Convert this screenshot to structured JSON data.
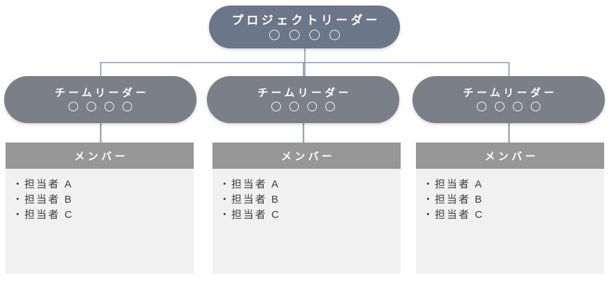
{
  "diagram": {
    "type": "organization-chart",
    "colors": {
      "project_leader_bg": "#6b7689",
      "team_leader_bg": "#7a7f88",
      "member_header_bg": "#979797",
      "member_body_bg": "#f1f1f1",
      "connector_line": "#8793ab",
      "node_text": "#ffffff",
      "member_text": "#3c3c3c",
      "page_bg": "#ffffff"
    },
    "root": {
      "label": "プロジェクトリーダー",
      "avatar_count": 4,
      "avatar_icon": "person-circle-outline-icon"
    },
    "branches": [
      {
        "leader": {
          "label": "チームリーダー",
          "avatar_count": 4,
          "avatar_icon": "person-circle-outline-icon"
        },
        "members": {
          "header": "メンバー",
          "items": [
            "・担当者 A",
            "・担当者 B",
            "・担当者 C"
          ]
        }
      },
      {
        "leader": {
          "label": "チームリーダー",
          "avatar_count": 4,
          "avatar_icon": "person-circle-outline-icon"
        },
        "members": {
          "header": "メンバー",
          "items": [
            "・担当者 A",
            "・担当者 B",
            "・担当者 C"
          ]
        }
      },
      {
        "leader": {
          "label": "チームリーダー",
          "avatar_count": 4,
          "avatar_icon": "person-circle-outline-icon"
        },
        "members": {
          "header": "メンバー",
          "items": [
            "・担当者 A",
            "・担当者 B",
            "・担当者 C"
          ]
        }
      }
    ]
  }
}
